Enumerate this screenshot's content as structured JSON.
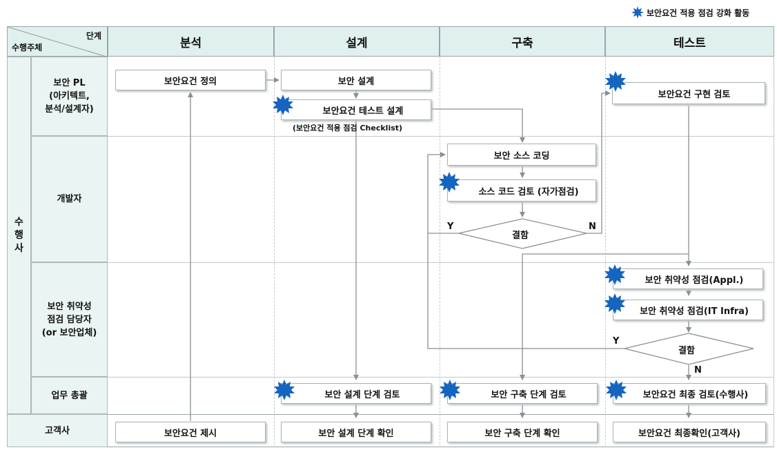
{
  "legend": {
    "text": "보안요건 적용 점검 강화 활동",
    "marker_color": "#1565c0"
  },
  "corner": {
    "top": "단계",
    "bottom": "수행주체"
  },
  "phases": [
    "분석",
    "설계",
    "구축",
    "테스트"
  ],
  "performer_group": "수\n행\n사",
  "lanes": [
    {
      "label": "보안 PL\n(아키텍트,\n분석/설계자)"
    },
    {
      "label": "개발자"
    },
    {
      "label": "보안 취약성\n점검 담당자\n(or 보안업체)"
    },
    {
      "label": "업무 총괄"
    },
    {
      "label": "고객사"
    }
  ],
  "boxes": {
    "req_define": "보안요건 정의",
    "sec_design": "보안 설계",
    "req_test_design": "보안요건 테스트 설계",
    "req_impl_review": "보안요건 구현 검토",
    "sec_coding": "보안 소스 코딩",
    "code_review": "소스 코드 검토 (자가점검)",
    "vuln_appl": "보안 취약성 점검(Appl.)",
    "vuln_infra": "보안 취약성 점검(IT Infra)",
    "design_stage_review": "보안 설계 단계 검토",
    "build_stage_review": "보안 구축 단계 검토",
    "final_review": "보안요건 최종 검토(수행사)",
    "req_present": "보안요건 제시",
    "design_confirm": "보안 설계 단계 확인",
    "build_confirm": "보안 구축 단계 확인",
    "final_confirm": "보안요건 최종확인(고객사)"
  },
  "checklist_note": "(보안요건 적용 점검 Checklist)",
  "decisions": {
    "d1": "결함",
    "d2": "결함"
  },
  "branch_labels": {
    "d1_yes": "Y",
    "d1_no": "N",
    "d2_yes": "Y",
    "d2_no": "N"
  }
}
